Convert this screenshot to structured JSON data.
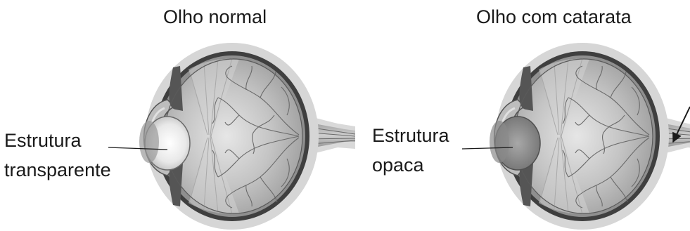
{
  "titles": {
    "normal": "Olho normal",
    "cataract": "Olho com catarata"
  },
  "labels": {
    "normal_line1": "Estrutura",
    "normal_line2": "transparente",
    "cataract_line1": "Estrutura",
    "cataract_line2": "opaca"
  },
  "colors": {
    "outer_ring": "#d7d7d7",
    "sclera": "#4a4a4a",
    "eye_interior": "#b9b9b9",
    "vessels": "#6e6e6e",
    "lens_clear": "#f2f2f2",
    "lens_opaque": "#8c8c8c",
    "text": "#1a1a1a"
  }
}
